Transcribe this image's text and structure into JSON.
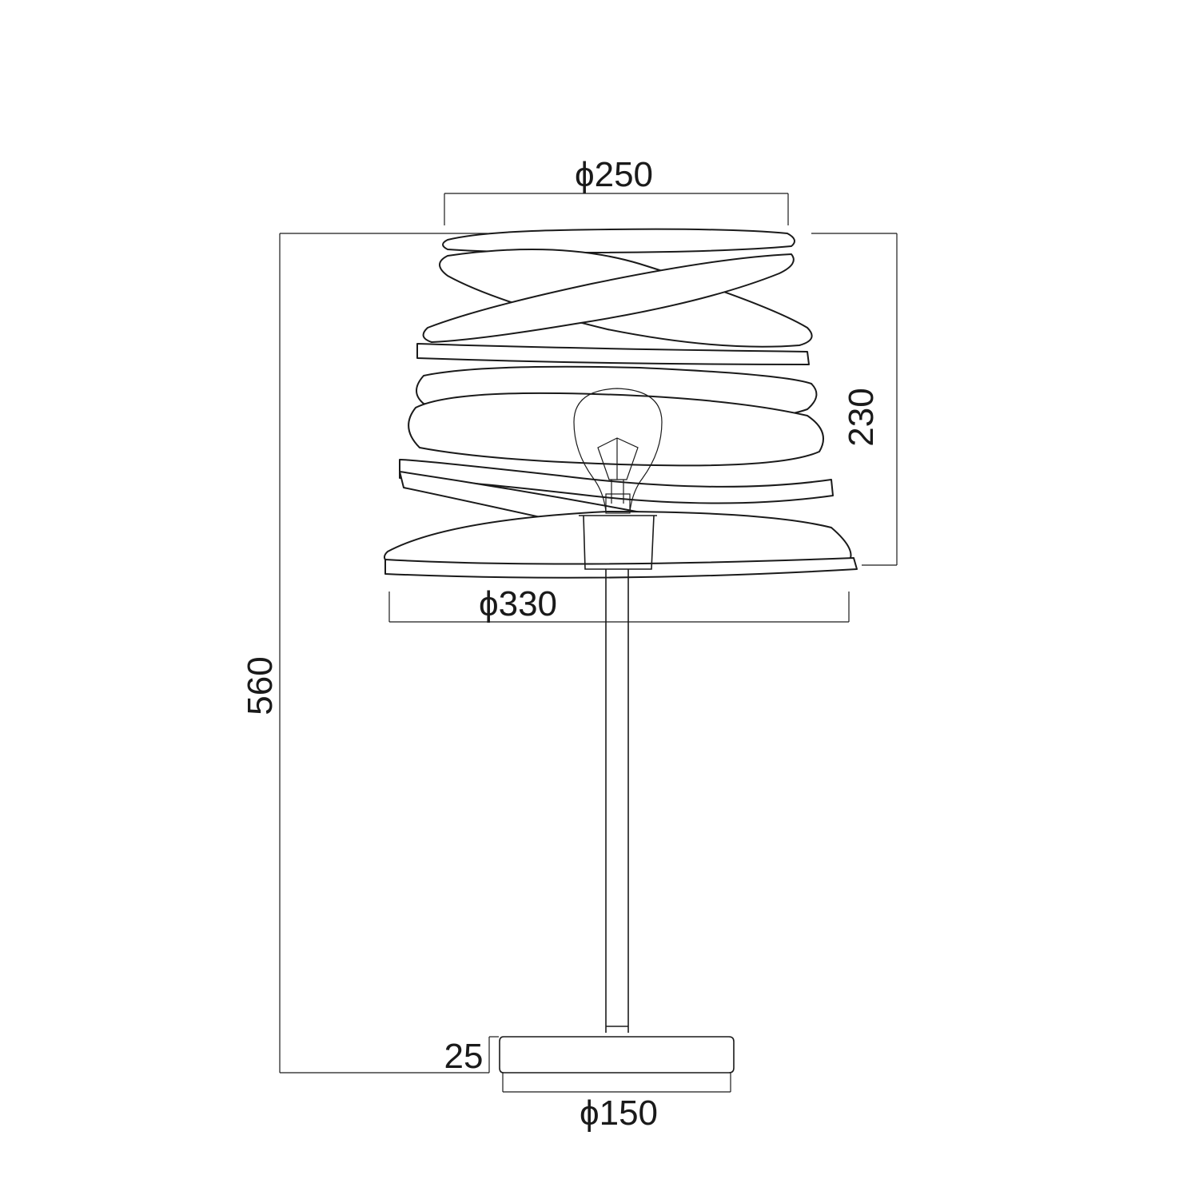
{
  "dimensions": {
    "shade_top_diameter": "ϕ250",
    "shade_bottom_diameter": "ϕ330",
    "shade_height": "230",
    "total_height": "560",
    "base_height": "25",
    "base_diameter": "ϕ150"
  },
  "colors": {
    "line": "#1a1a1a",
    "background": "#ffffff"
  }
}
